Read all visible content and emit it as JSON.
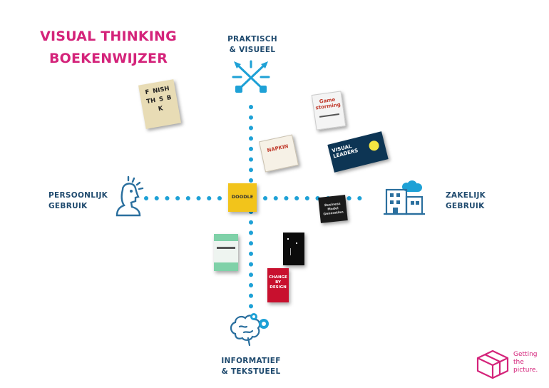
{
  "colors": {
    "pink": "#d4237a",
    "navy": "#1f4a6e",
    "cyan": "#1ea1d6",
    "icon_blue": "#2a6f9e"
  },
  "title": {
    "line1": "VISUAL THINKING",
    "line2": "BOEKENWIJZER"
  },
  "axes": {
    "top": {
      "line1": "PRAKTISCH",
      "line2": "& VISUEEL"
    },
    "bottom": {
      "line1": "INFORMATIEF",
      "line2": "& TEKSTUEEL"
    },
    "left": {
      "line1": "PERSOONLIJK",
      "line2": "GEBRUIK"
    },
    "right": {
      "line1": "ZAKELIJK",
      "line2": "GEBRUIK"
    }
  },
  "icons": {
    "top": "pencils-tools-icon",
    "bottom": "brain-gears-icon",
    "left": "person-idea-icon",
    "right": "office-building-cloud-icon"
  },
  "books": {
    "finish_this_book": "F NISH TH S B K",
    "gamestorming": "Game storming",
    "napkin": "NAPKIN",
    "visual_leaders": "VISUAL LEADERS",
    "doodle_revolution": "DOODLE",
    "business_model": "Business Model Generation",
    "change_by_design": "CHANGE BY DESIGN"
  },
  "logo": {
    "line1": "Getting",
    "line2": "the",
    "line3": "picture."
  }
}
